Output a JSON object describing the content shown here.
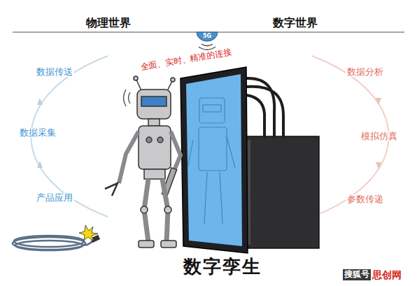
{
  "diagram": {
    "caption": "数字孪生",
    "labels": [
      "物理世界",
      "数字世界",
      "5G",
      "全面、实时、精准的连接",
      "数据传送",
      "数据采集",
      "产品应用",
      "数据分析",
      "模拟仿真",
      "参数传递",
      "搜狐号",
      "思创网"
    ]
  }
}
